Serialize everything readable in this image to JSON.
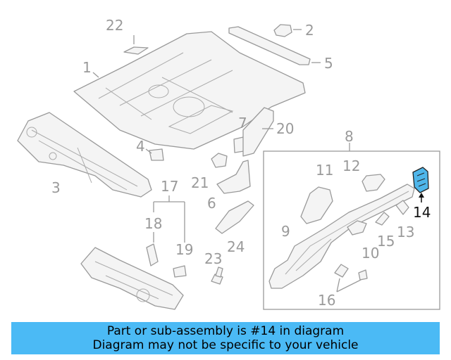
{
  "callouts": {
    "c1": "1",
    "c2": "2",
    "c3": "3",
    "c4": "4",
    "c5": "5",
    "c6": "6",
    "c7": "7",
    "c8": "8",
    "c9": "9",
    "c10": "10",
    "c11": "11",
    "c12": "12",
    "c13": "13",
    "c14": "14",
    "c15": "15",
    "c16": "16",
    "c17": "17",
    "c18": "18",
    "c19": "19",
    "c20": "20",
    "c21": "21",
    "c22": "22",
    "c23": "23",
    "c24": "24"
  },
  "highlighted_part": "14",
  "colors": {
    "highlight": "#4fb6ea",
    "banner": "#4bbaf5",
    "parts": "#9a9a9a"
  },
  "banner": {
    "line1": "Part or sub-assembly is #14 in diagram",
    "line2": "Diagram may not be specific to your vehicle"
  }
}
